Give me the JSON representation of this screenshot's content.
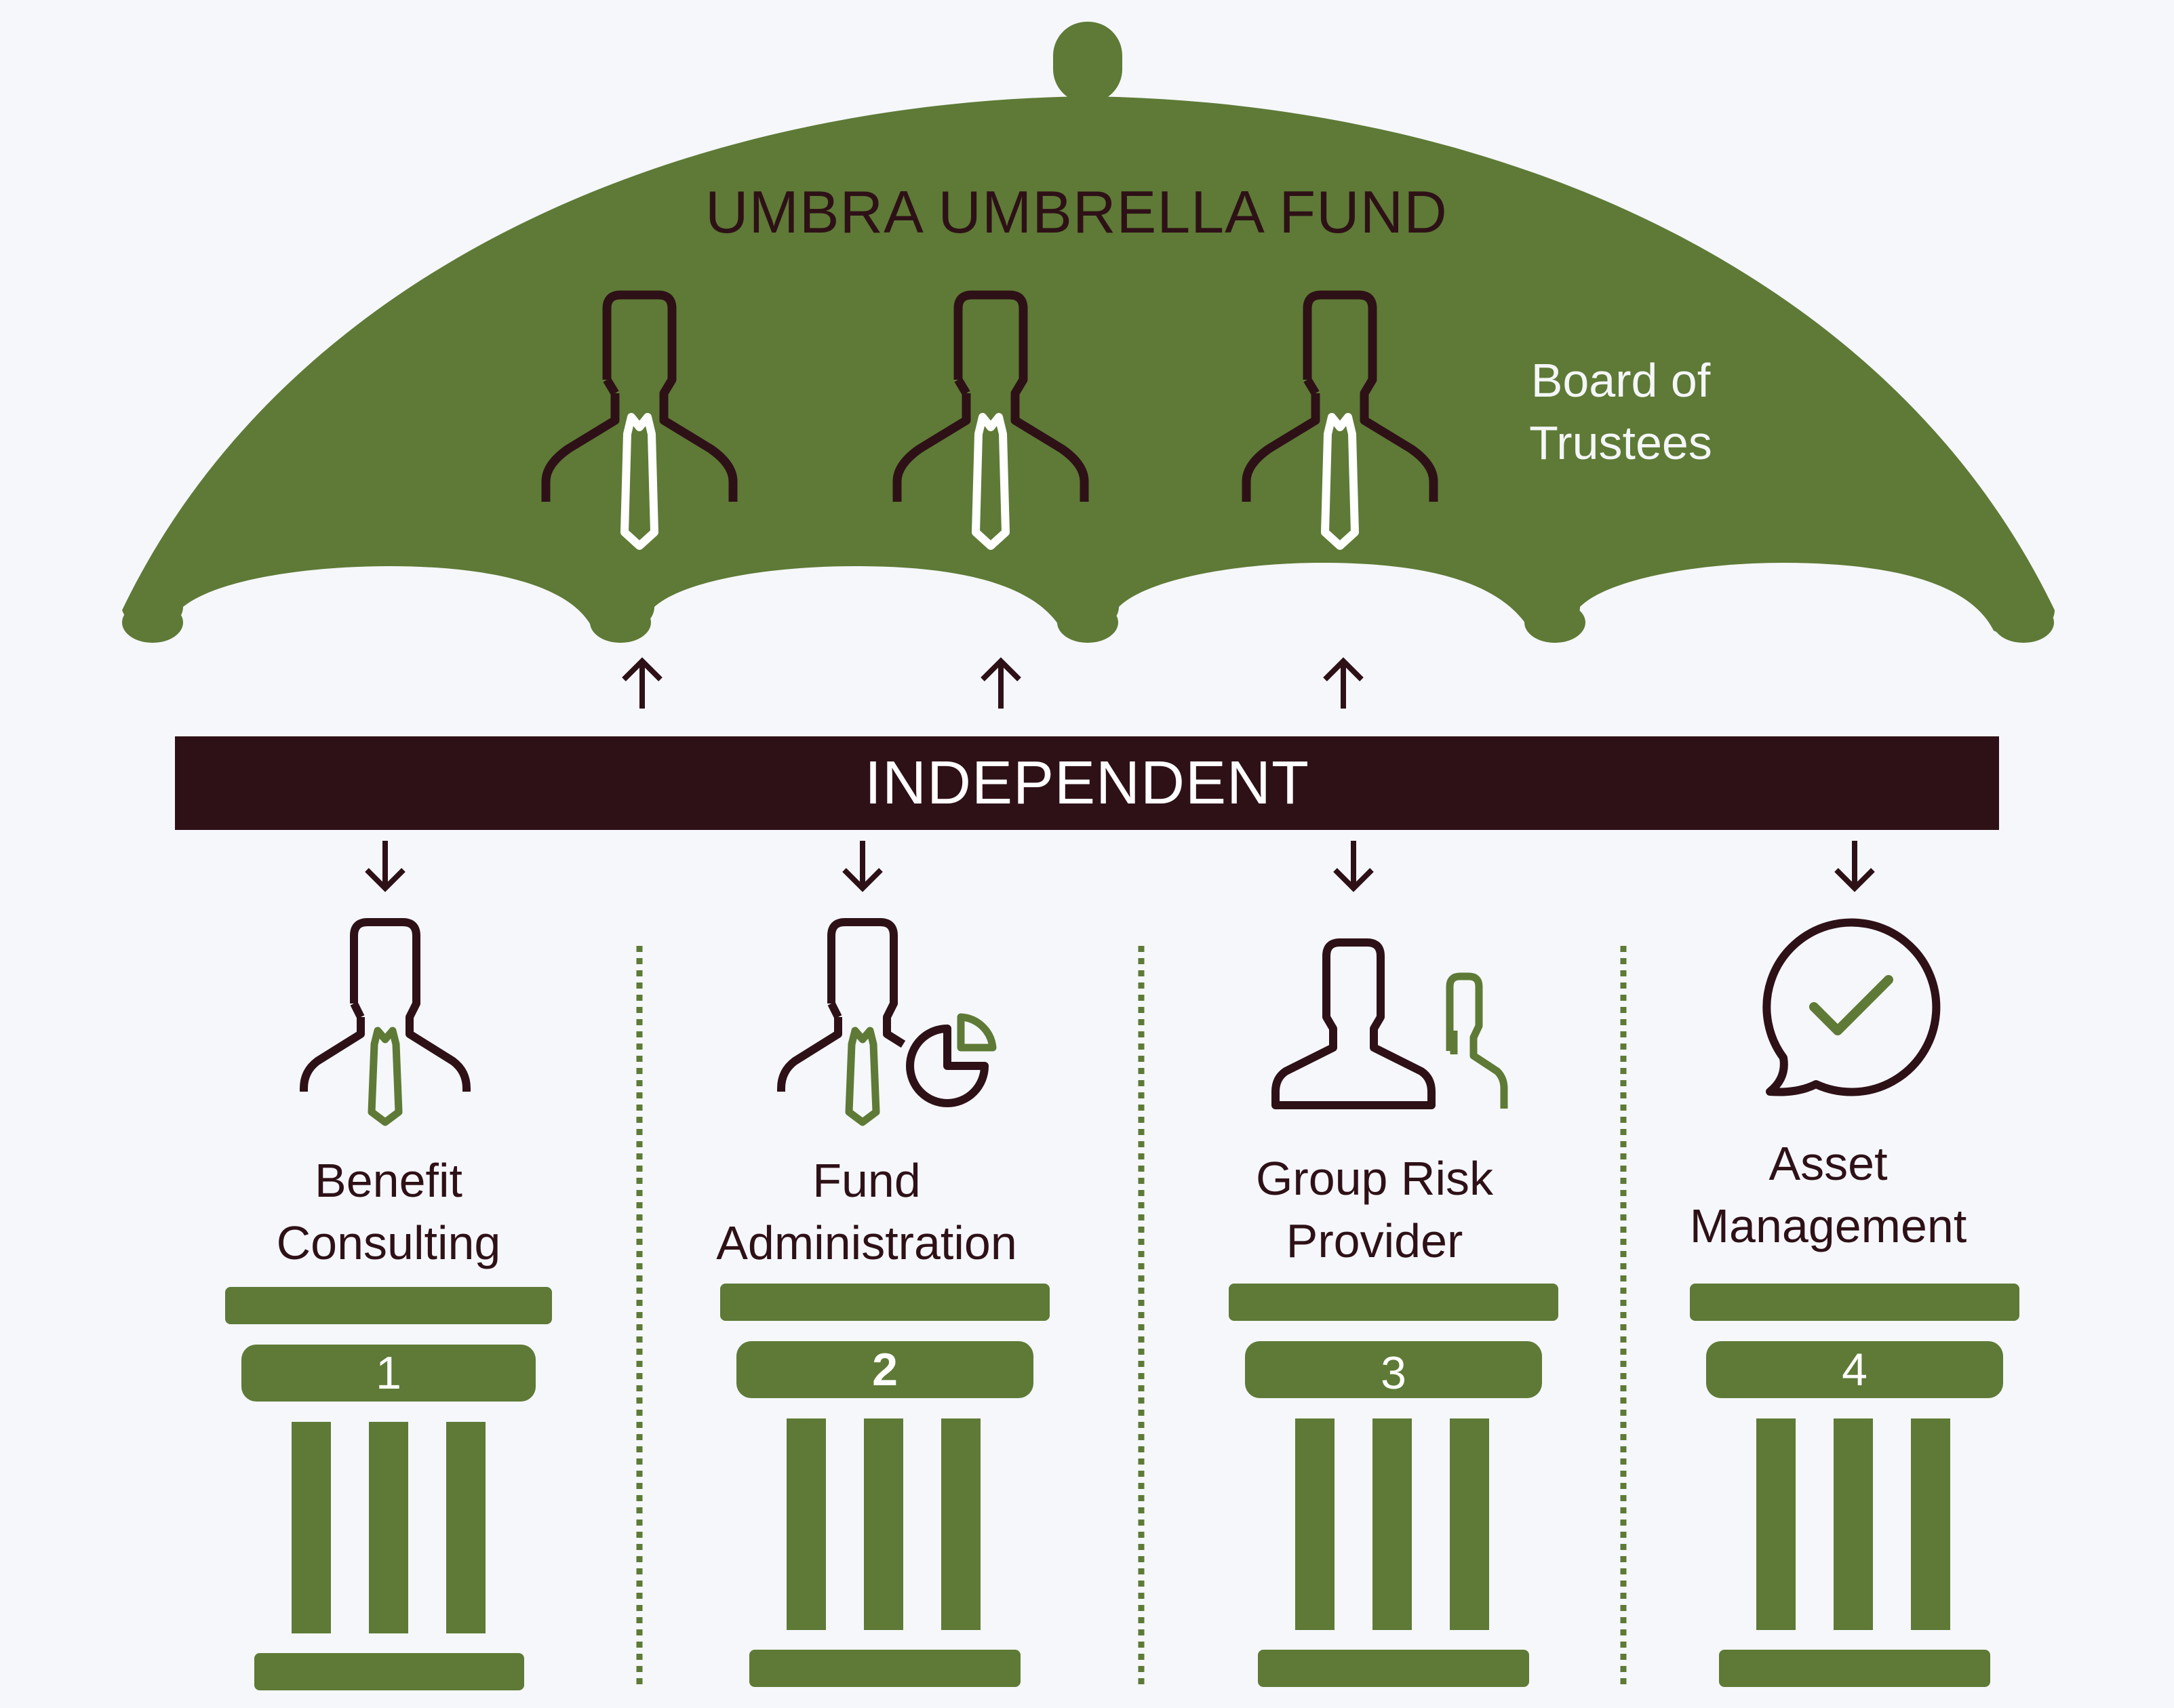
{
  "diagram": {
    "title": "UMBRA UMBRELLA FUND",
    "board_label": "Board of Trustees",
    "independent_label": "INDEPENDENT",
    "colors": {
      "green": "#5e7a36",
      "dark": "#2e1117",
      "background": "#f5f7fb",
      "white": "#ffffff"
    },
    "trustee_icons": [
      "trustee-icon",
      "trustee-icon",
      "trustee-icon"
    ],
    "pillars": [
      {
        "number": "1",
        "label_line1": "Benefit",
        "label_line2": "Consulting",
        "icon": "consultant-icon"
      },
      {
        "number": "2",
        "label_line1": "Fund",
        "label_line2": "Administration",
        "icon": "administrator-pie-chart-icon"
      },
      {
        "number": "3",
        "label_line1": "Group Risk",
        "label_line2": "Provider",
        "icon": "group-icon"
      },
      {
        "number": "4",
        "label_line1": "Asset",
        "label_line2": "Management",
        "icon": "chat-checkmark-icon"
      }
    ]
  }
}
